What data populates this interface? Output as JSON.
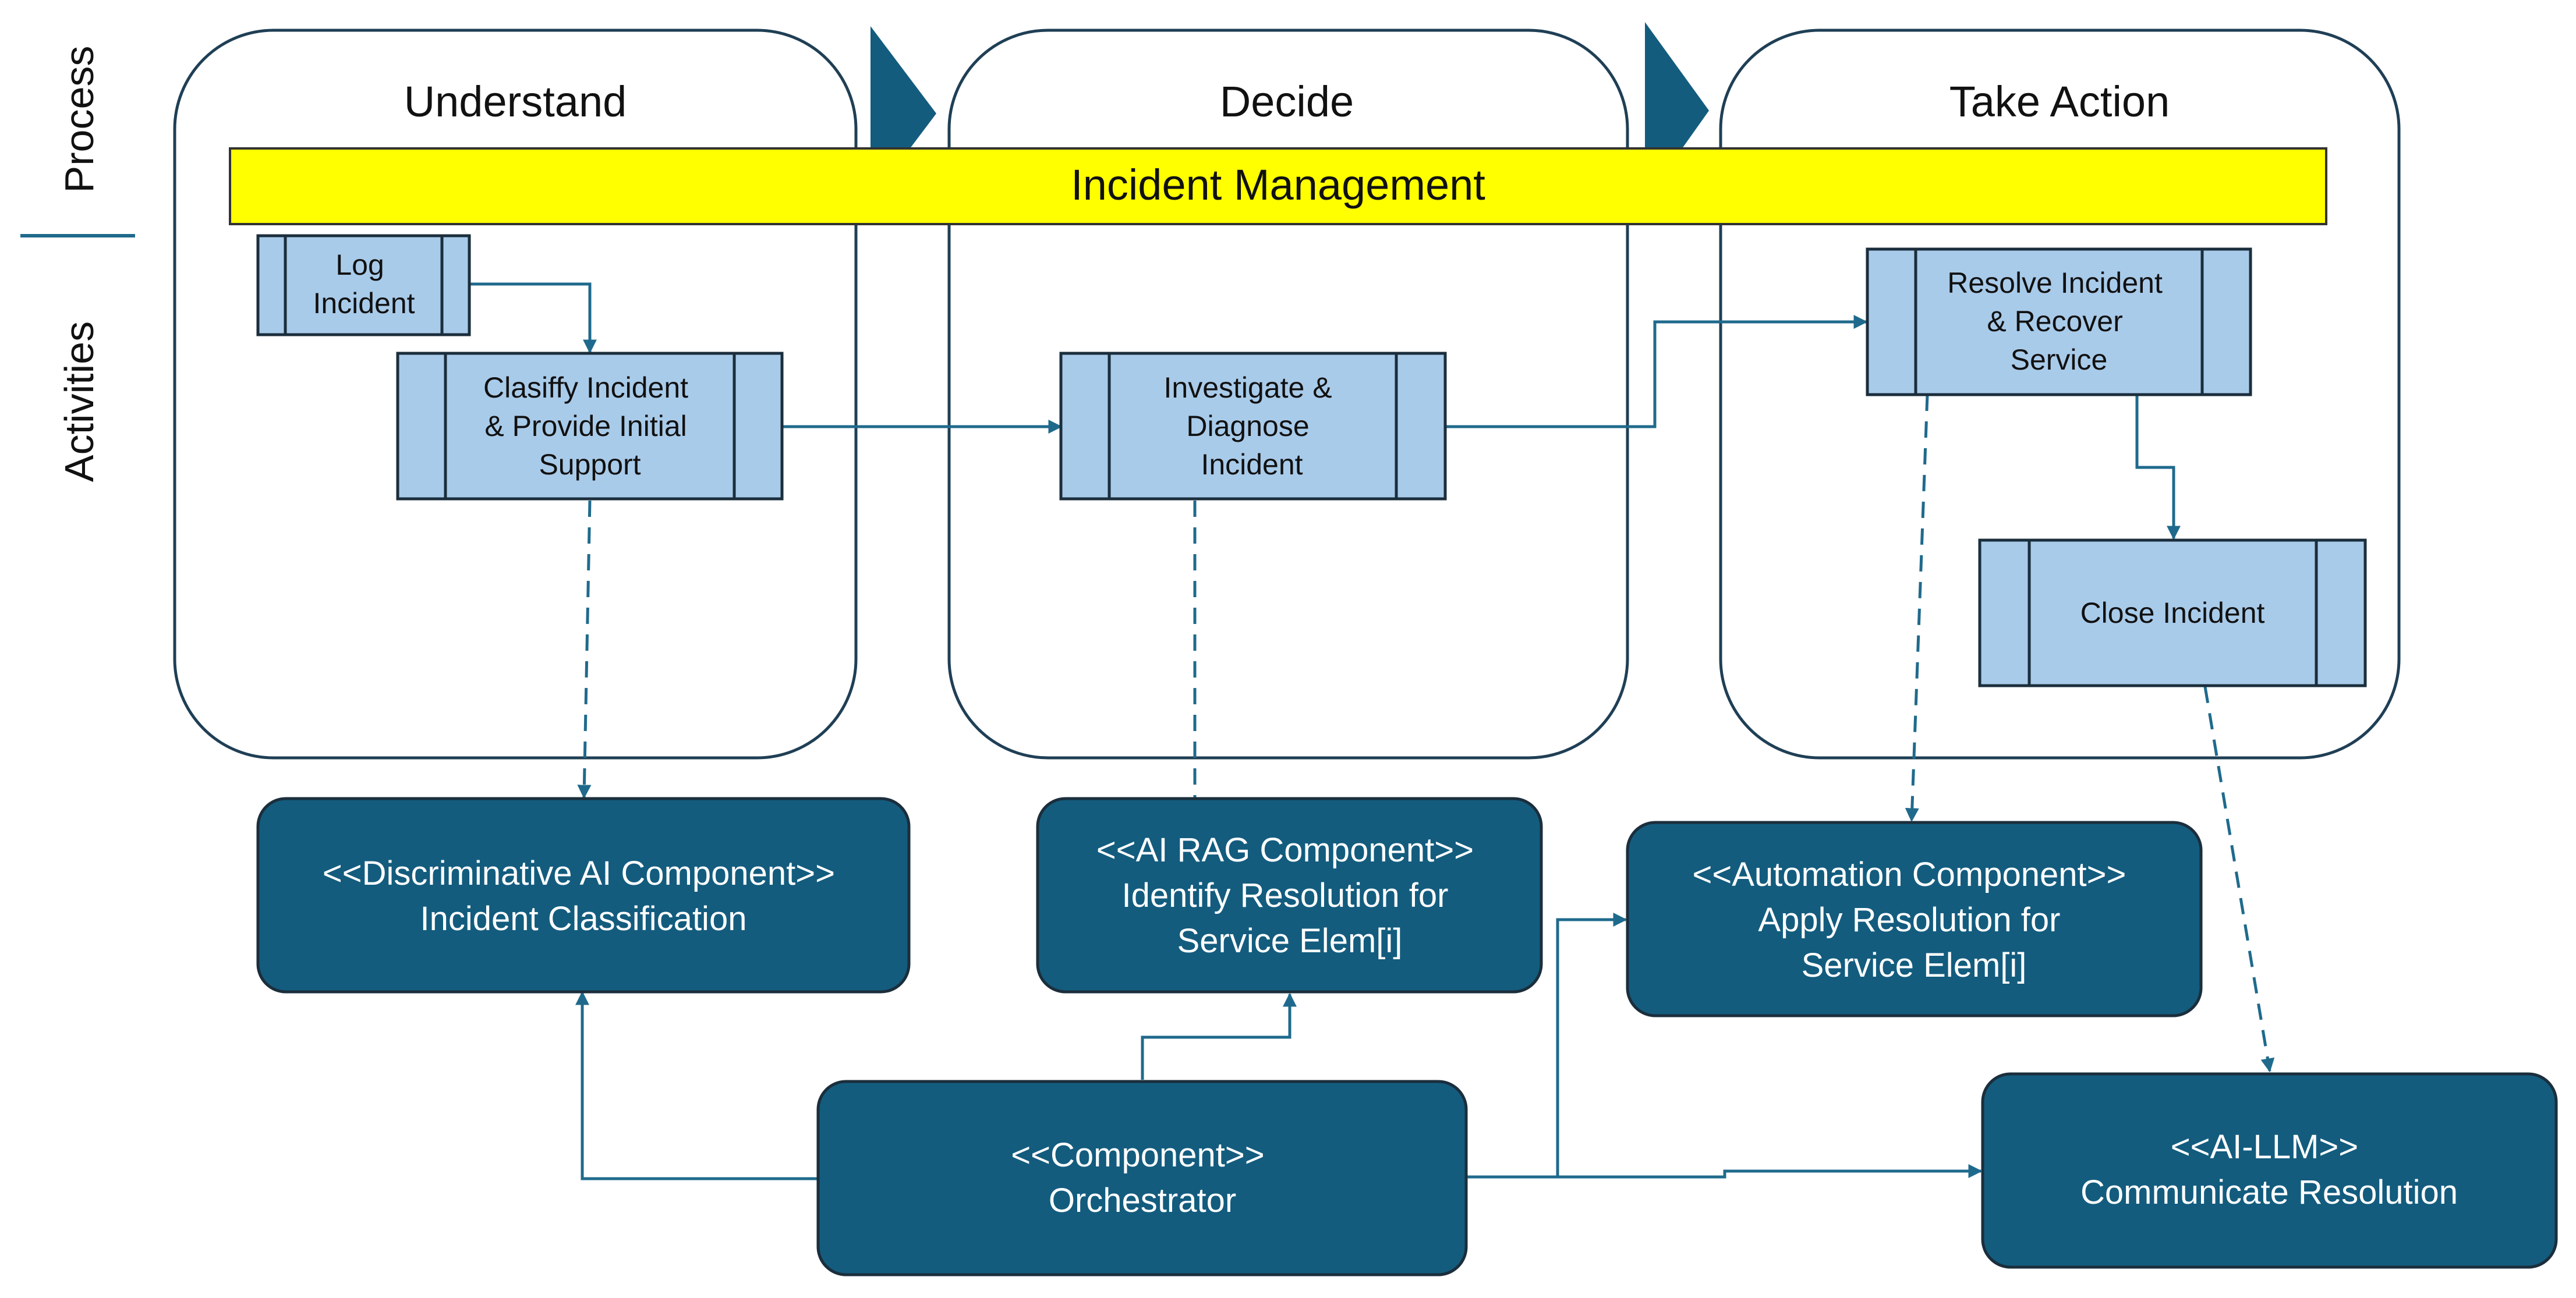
{
  "side_labels": {
    "process": "Process",
    "activities": "Activities"
  },
  "phases": {
    "understand": "Understand",
    "decide": "Decide",
    "take_action": "Take Action"
  },
  "banner": "Incident Management",
  "activities": {
    "log_incident": [
      "Log",
      "Incident"
    ],
    "classify_incident": [
      "Clasiffy Incident",
      "& Provide Initial",
      "Support"
    ],
    "investigate_diagnose": [
      "Investigate &",
      "Diagnose",
      "Incident"
    ],
    "resolve_recover": [
      "Resolve Incident",
      "& Recover",
      "Service"
    ],
    "close_incident": [
      "Close Incident"
    ]
  },
  "components": {
    "discriminative_ai": [
      "<<Discriminative AI Component>>",
      "Incident Classification"
    ],
    "ai_rag": [
      "<<AI RAG Component>>",
      "Identify Resolution for",
      "Service Elem[i]"
    ],
    "automation": [
      "<<Automation Component>>",
      "Apply Resolution for",
      "Service Elem[i]"
    ],
    "orchestrator": [
      "<<Component>>",
      "Orchestrator"
    ],
    "ai_llm": [
      "<<AI-LLM>>",
      "Communicate Resolution"
    ]
  },
  "colors": {
    "dark_teal": "#135C7E",
    "stroke_teal": "#1F6A8C",
    "activity_fill": "#A9CBEA",
    "banner_yellow": "#FFFF00",
    "lane_border": "#1F3F55"
  }
}
